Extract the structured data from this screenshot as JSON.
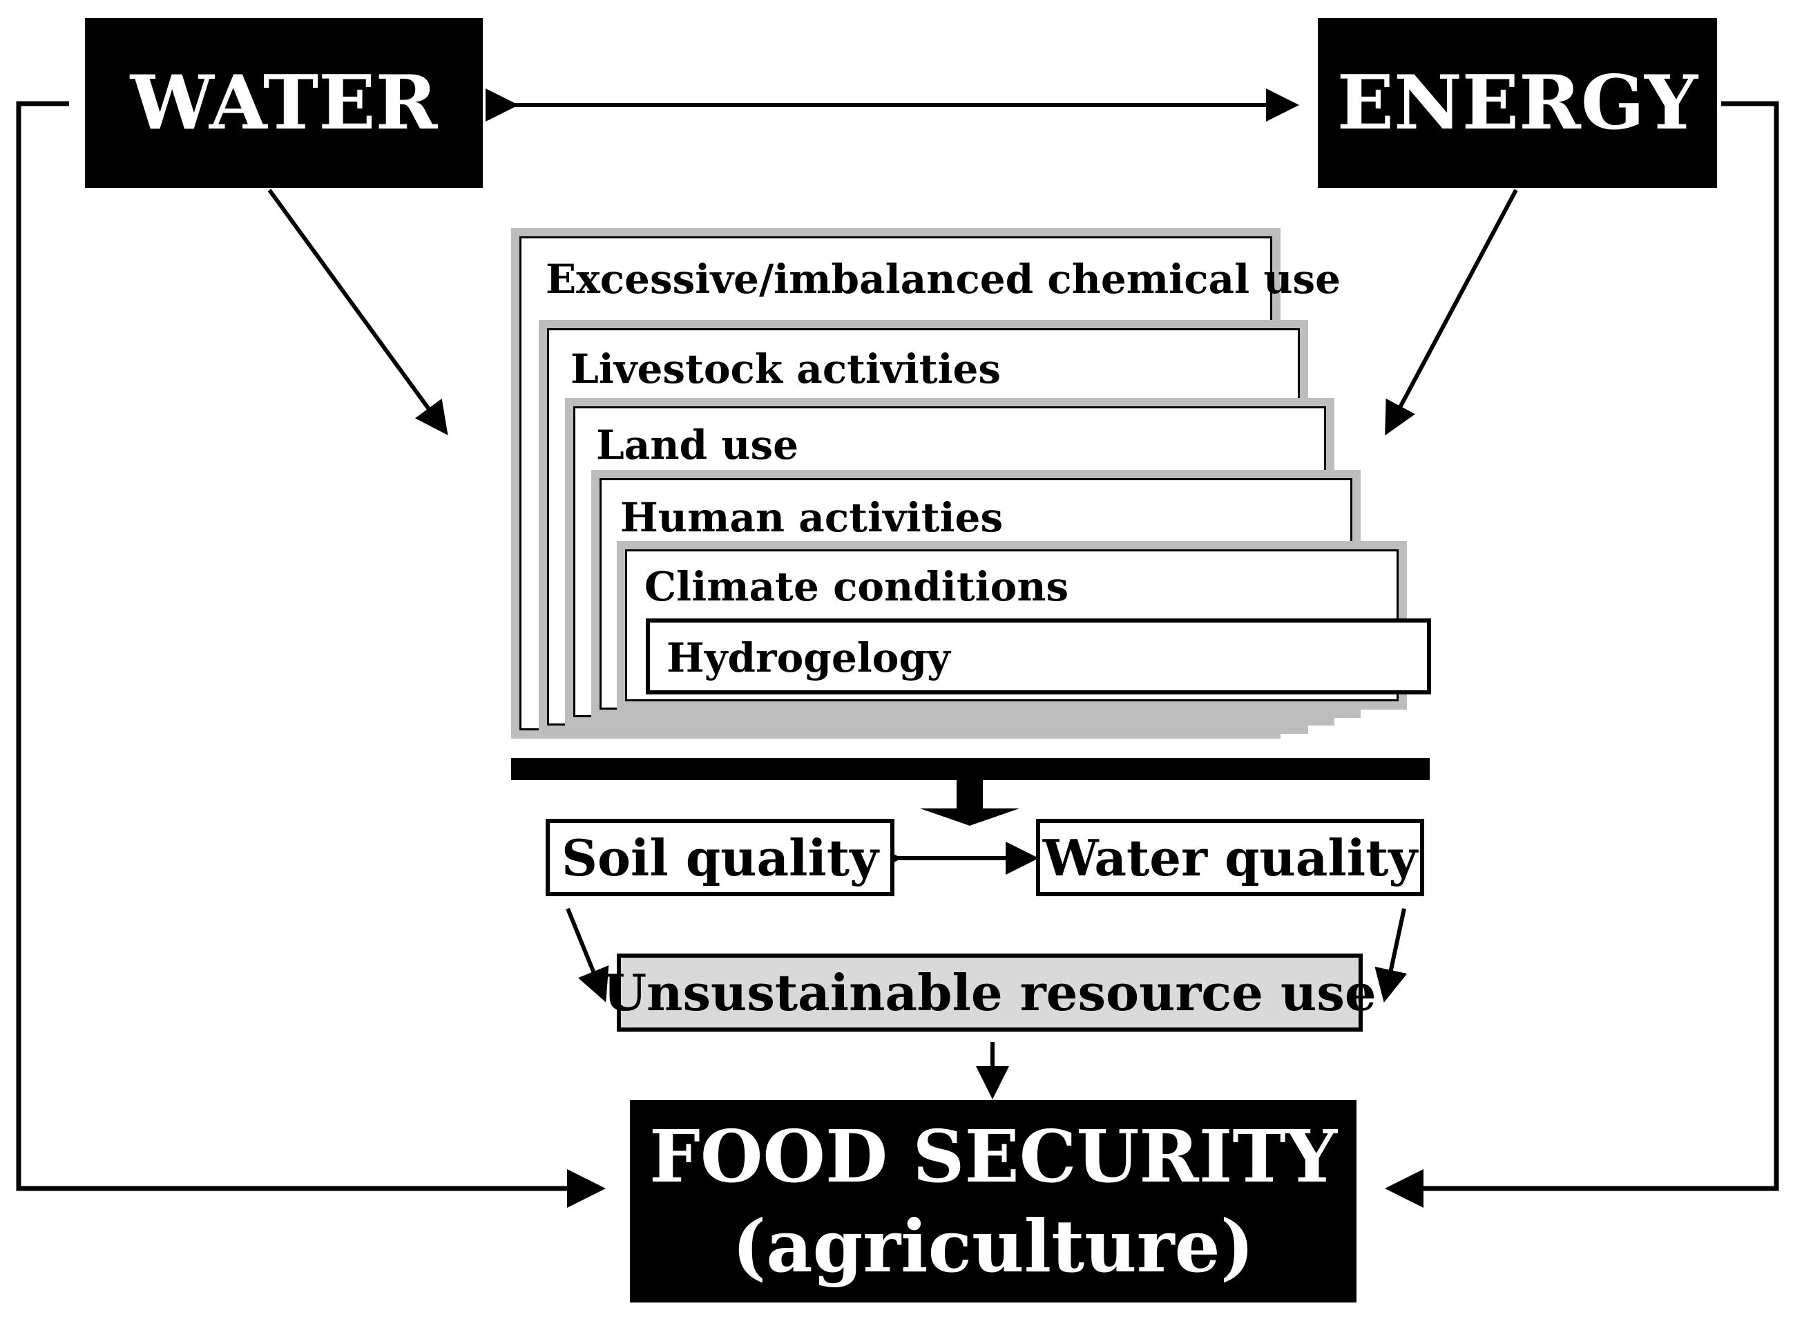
{
  "water": "WATER",
  "energy": "ENERGY",
  "drivers": [
    "Excessive/imbalanced chemical use",
    "Livestock activities",
    "Land use",
    "Human activities",
    "Climate conditions",
    "Hydrogelogy"
  ],
  "soil_quality": "Soil quality",
  "water_quality": "Water quality",
  "unsustainable": "Unsustainable resource use",
  "food_security_line1": "FOOD SECURITY",
  "food_security_line2": "(agriculture)"
}
